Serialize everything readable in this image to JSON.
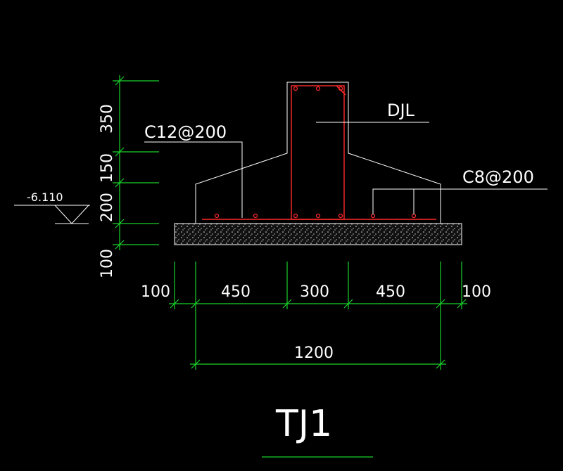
{
  "drawing": {
    "title": "TJ1",
    "beam_label": "DJL",
    "rebar_top_label": "C12@200",
    "rebar_bottom_label": "C8@200",
    "elevation_label": "-6.110",
    "vertical_dims": [
      "350",
      "150",
      "200",
      "100"
    ],
    "horizontal_dims": [
      "100",
      "450",
      "300",
      "450",
      "100"
    ],
    "total_width": "1200"
  },
  "colors": {
    "background": "#000000",
    "dimension": "#19d32a",
    "outline": "#ffffff",
    "rebar": "#ff2a2a"
  }
}
